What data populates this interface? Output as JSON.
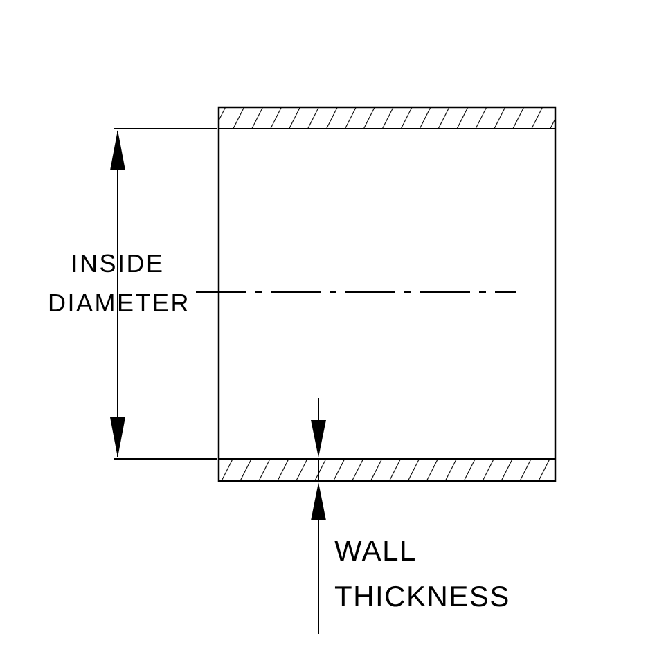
{
  "page": {
    "background": "#ffffff"
  },
  "diagram": {
    "kind": "tube-cross-section-engineering-drawing",
    "line_color": "#000000",
    "labels": {
      "inside_diameter": {
        "line1": "INSIDE",
        "line2": "DIAMETER"
      },
      "wall_thickness": {
        "line1": "WALL",
        "line2": "THICKNESS"
      }
    }
  }
}
